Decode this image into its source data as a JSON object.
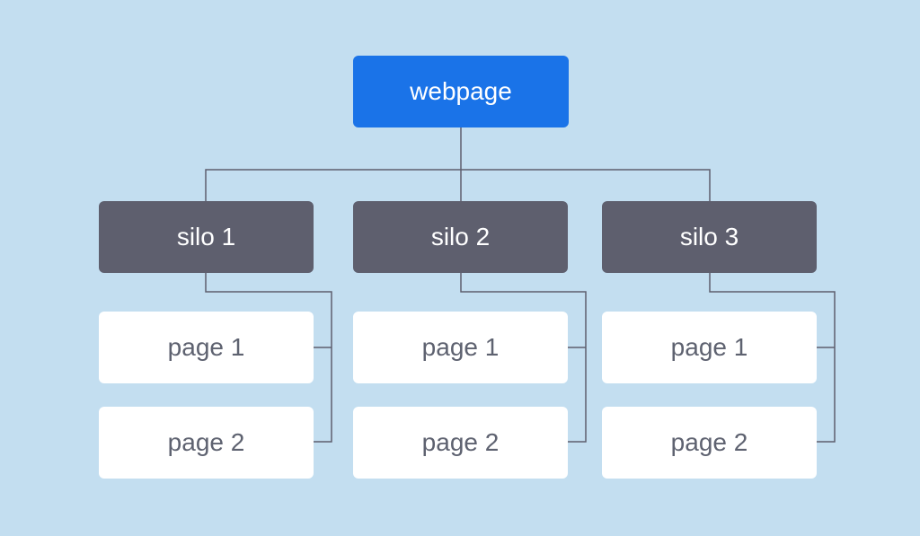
{
  "colors": {
    "background": "#c3def0",
    "root_box": "#1a73e8",
    "silo_box": "#5e5f6e",
    "page_box": "#ffffff",
    "page_text": "#5e6270",
    "connector": "#5e5f6e"
  },
  "root": {
    "label": "webpage"
  },
  "silos": [
    {
      "label": "silo 1",
      "pages": [
        "page 1",
        "page 2"
      ]
    },
    {
      "label": "silo 2",
      "pages": [
        "page 1",
        "page 2"
      ]
    },
    {
      "label": "silo 3",
      "pages": [
        "page 1",
        "page 2"
      ]
    }
  ]
}
